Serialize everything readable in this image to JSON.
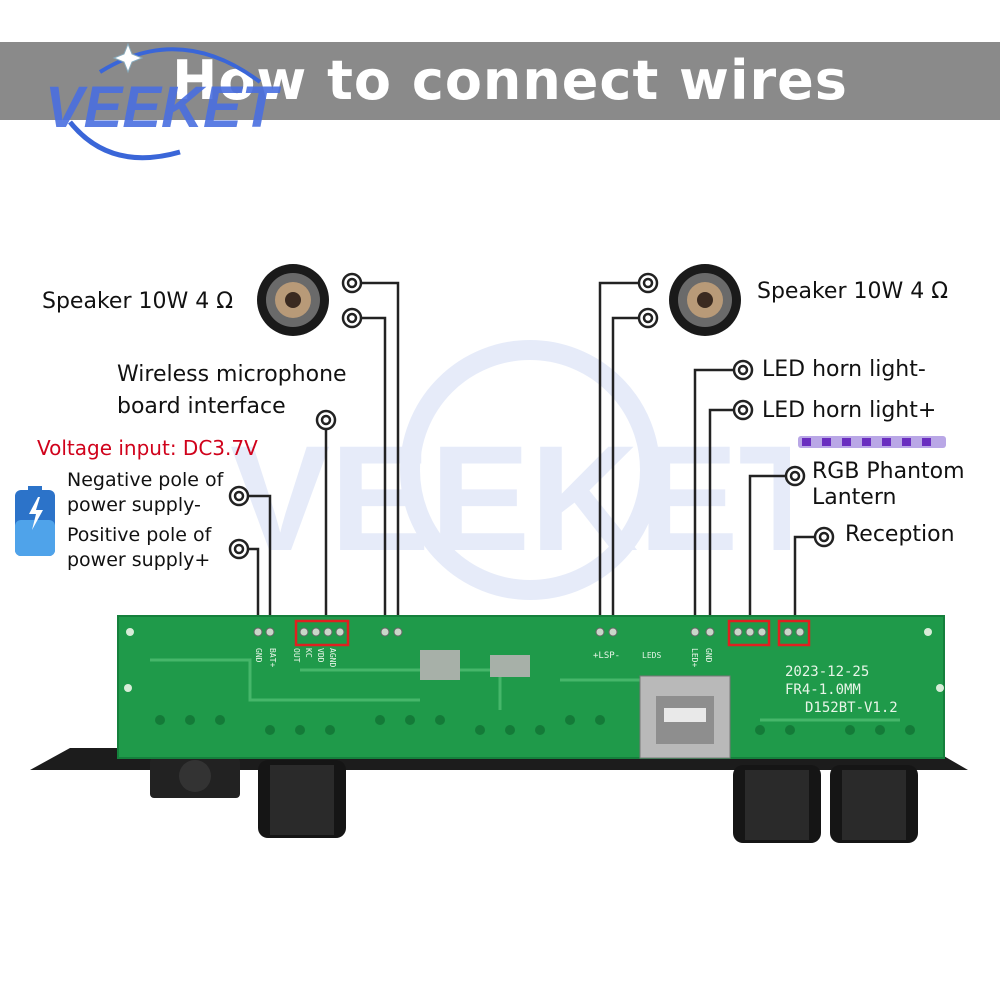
{
  "header": {
    "title": "How to connect wires",
    "brand": "VEEKET"
  },
  "labels": {
    "speaker_left": "Speaker 10W 4 Ω",
    "speaker_right": "Speaker 10W 4 Ω",
    "wireless_mic_line1": "Wireless microphone",
    "wireless_mic_line2": "board interface",
    "voltage_input": "Voltage input: DC3.7V",
    "negative_line1": "Negative pole of",
    "negative_line2": "power supply-",
    "positive_line1": "Positive pole of",
    "positive_line2": "power supply+",
    "led_minus": "LED horn light-",
    "led_plus": "LED horn light+",
    "rgb_line1": "RGB Phantom",
    "rgb_line2": "Lantern",
    "reception": "Reception"
  },
  "board": {
    "date": "2023-12-25",
    "material": "FR4-1.0MM",
    "model": "D152BT-V1.2",
    "pin_gnd": "GND",
    "pin_bat": "BAT+",
    "pin_agnd": "AGND",
    "pin_vdd": "VDD",
    "pin_kc": "KC",
    "pin_out": "OUT",
    "pin_lsp": "+LSP-",
    "pin_leds": "LEDS",
    "pin_led": "LED+",
    "pin_gnd2": "GND"
  },
  "colors": {
    "pcb": "#1f9a4a",
    "banner": "#8a8a8a",
    "logo_blue": "#3a66d8",
    "warning_red": "#d0021b",
    "highlight_box": "#e02020"
  },
  "icons": [
    "speaker-icon",
    "battery-icon",
    "led-strip-icon",
    "veeket-logo"
  ]
}
